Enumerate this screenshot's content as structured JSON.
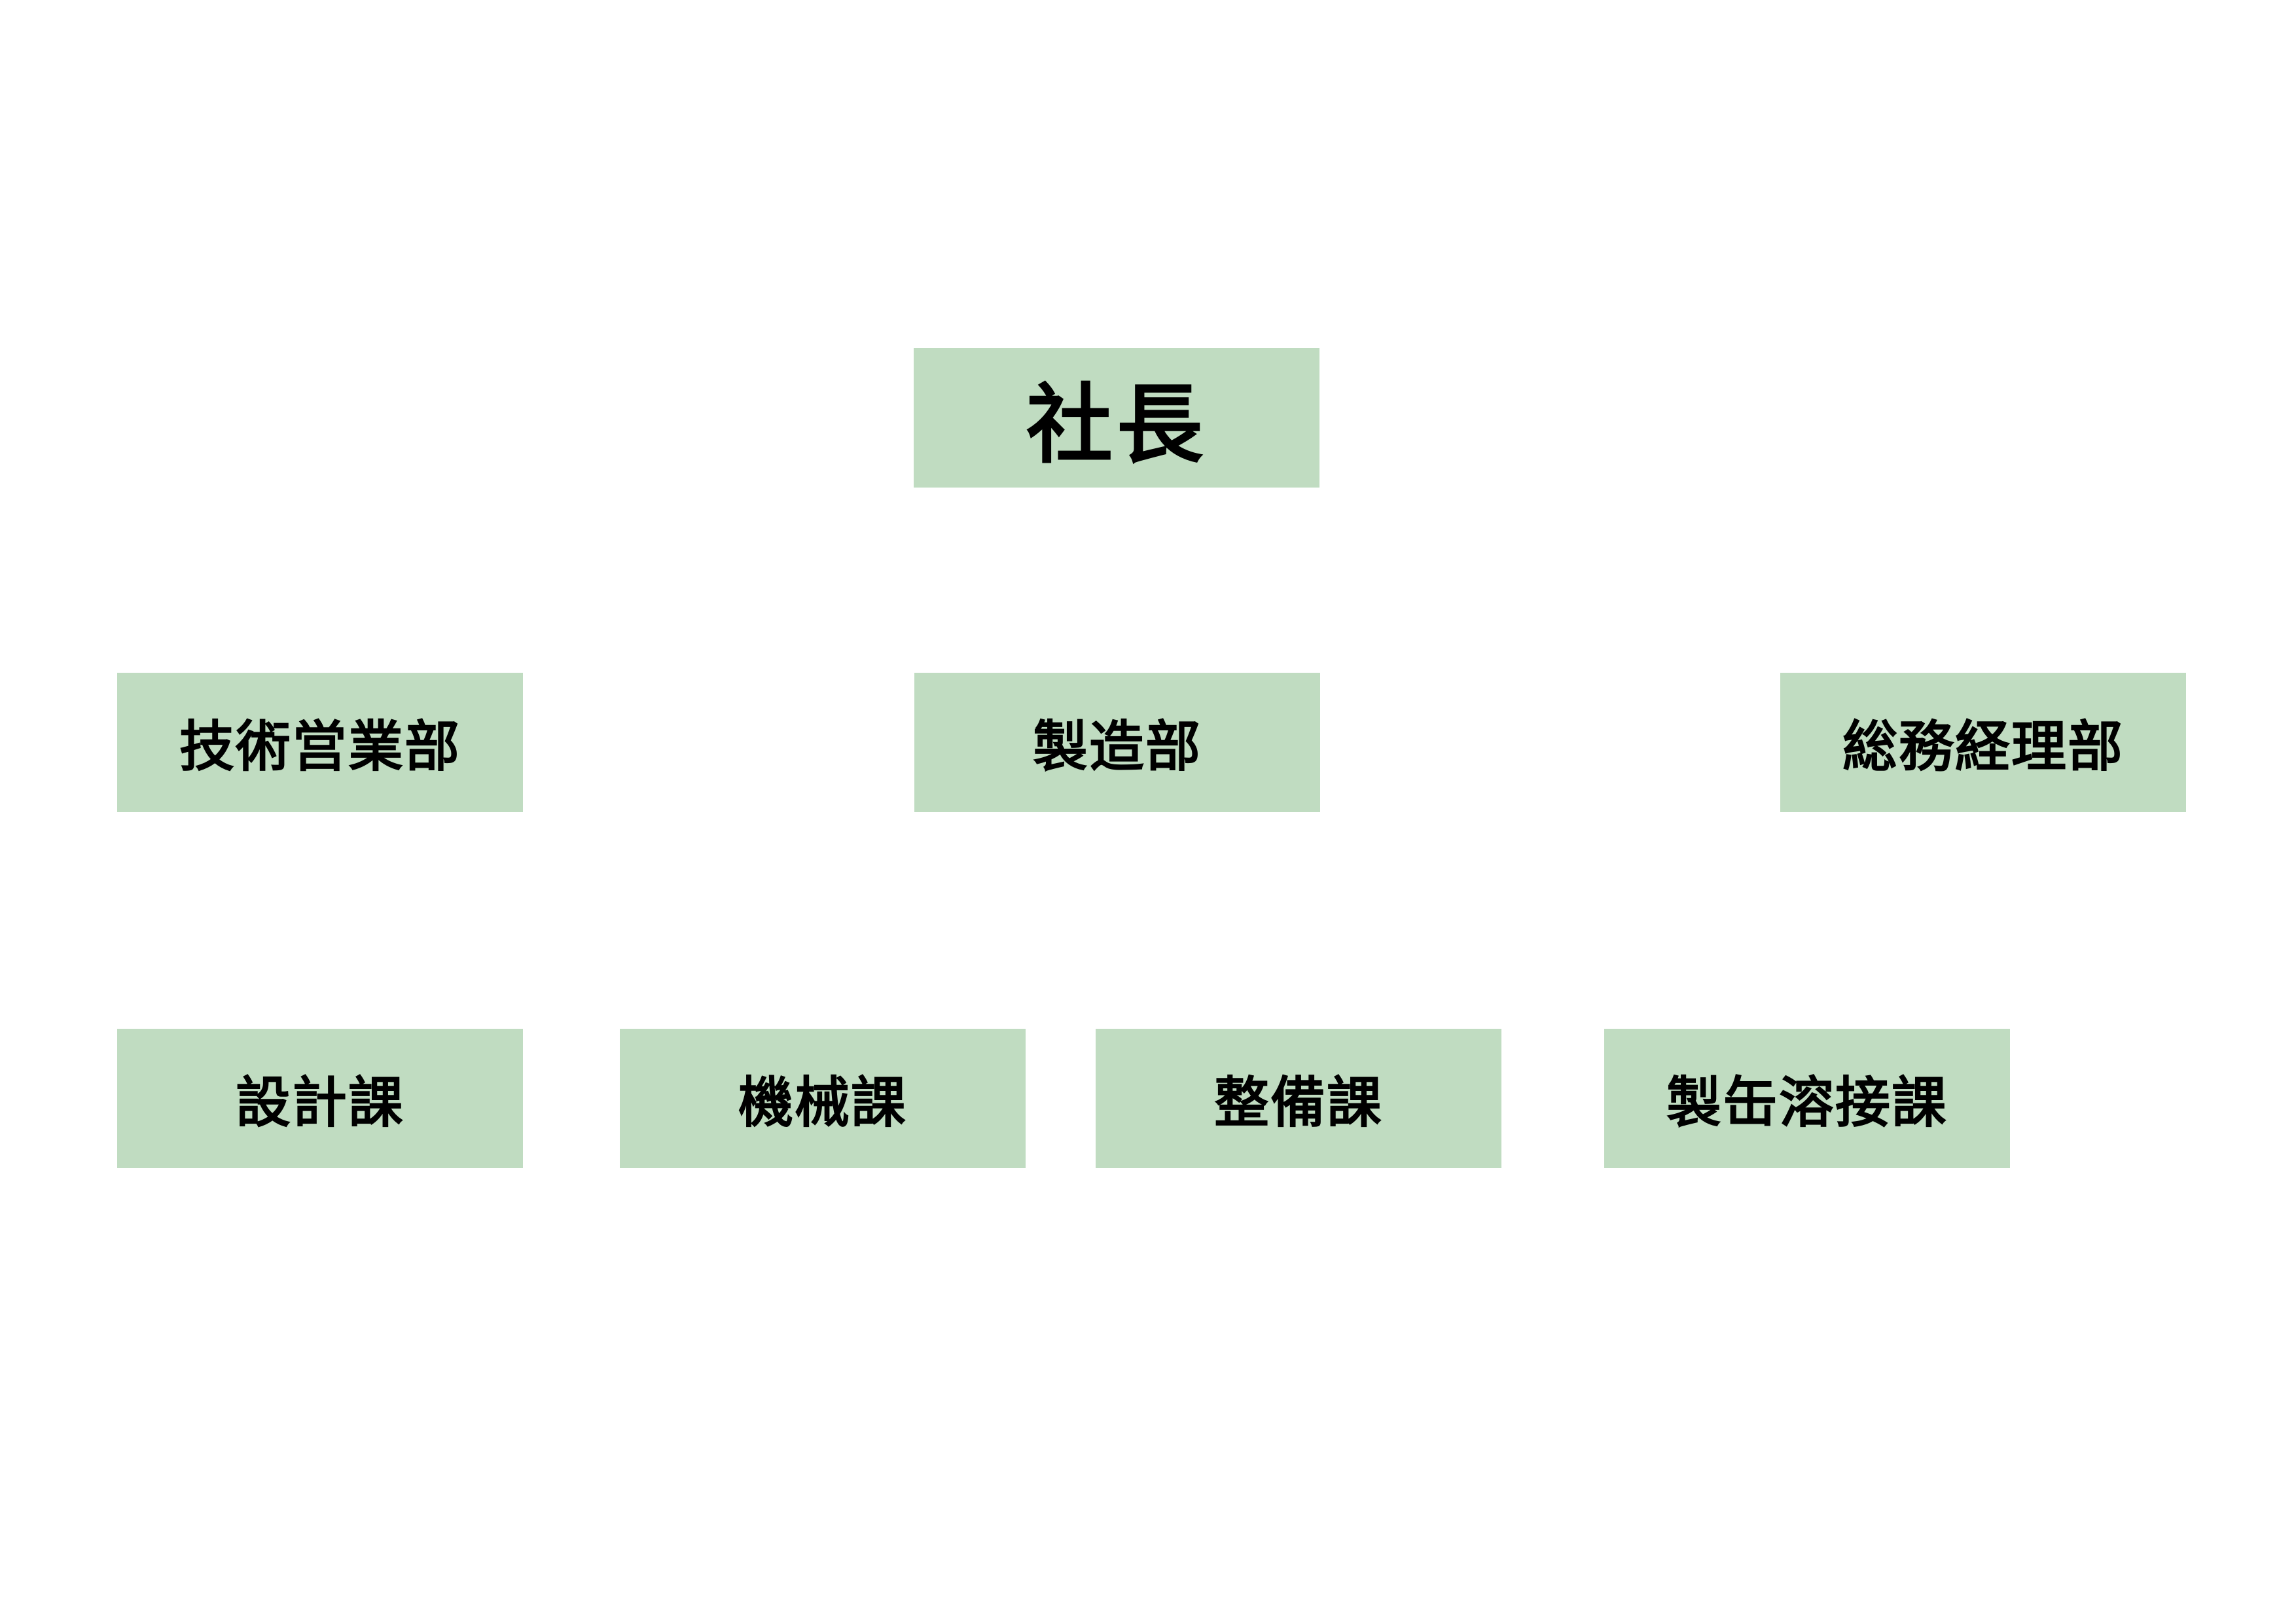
{
  "colors": {
    "box_fill": "#c0dcc1",
    "text": "#000000",
    "background": "#ffffff"
  },
  "org_chart": {
    "top": {
      "label": "社長"
    },
    "departments": [
      {
        "label": "技術営業部"
      },
      {
        "label": "製造部"
      },
      {
        "label": "総務経理部"
      }
    ],
    "sections": [
      {
        "label": "設計課"
      },
      {
        "label": "機械課"
      },
      {
        "label": "整備課"
      },
      {
        "label": "製缶溶接課"
      }
    ]
  }
}
